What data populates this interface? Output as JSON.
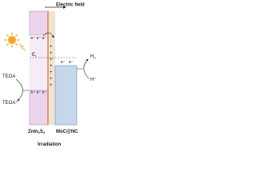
{
  "labels": {
    "electric_field": "Electric field",
    "ef": "E",
    "ef_sub": "f",
    "teoa": "TEOA",
    "teoa_plus": "TEOA⁺",
    "h2": "H",
    "h2_sub": "2",
    "h_plus": "H⁺",
    "semiconductor": "ZnIn",
    "semiconductor_sub1": "2",
    "semiconductor_s": "S",
    "semiconductor_sub2": "4",
    "cocatalyst": "MoC@NC",
    "irradiation": "Irradiation"
  },
  "charges": {
    "cb_electrons": [
      "e⁻",
      "e⁻",
      "e⁻"
    ],
    "vb_holes": [
      "h⁺",
      "h⁺",
      "h⁺"
    ],
    "interface_plus": [
      "+",
      "+",
      "+",
      "+",
      "+",
      "+",
      "+"
    ],
    "transfer_electrons": [
      "e⁻",
      "e⁻"
    ]
  },
  "colors": {
    "zis_fill": "#ead5ec",
    "zis_edge": "#b48cbf",
    "moc_fill": "#c6d7ea",
    "moc_edge": "#6c8fb3",
    "interface": "#d97a2b",
    "sun": "#f5a623",
    "arrow": "#222222"
  },
  "icons": [
    "sun-icon",
    "electric-field-arrow",
    "electron-flow-arrow"
  ]
}
